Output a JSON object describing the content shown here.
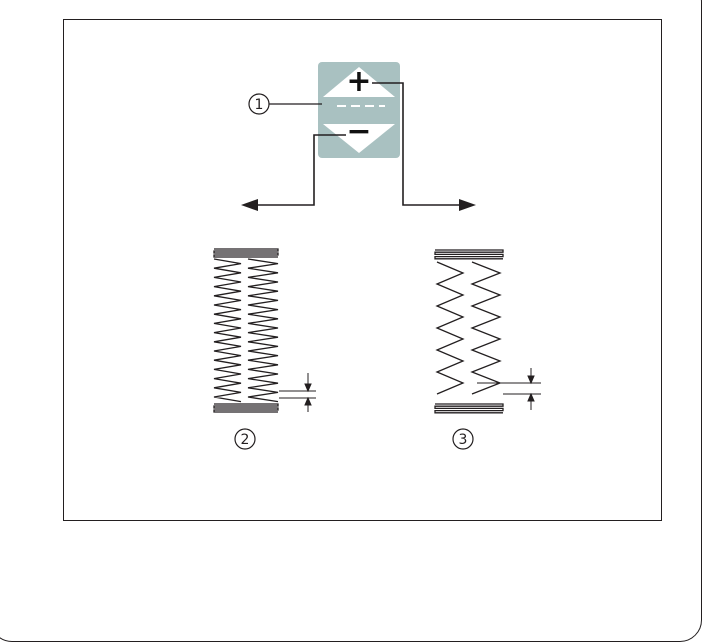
{
  "diagram": {
    "callouts": [
      "1",
      "2",
      "3"
    ],
    "control": {
      "plus_symbol": "+",
      "minus_symbol": "−",
      "icon": "stitch-density-adjust-icon",
      "panel_color": "#a9c1c1"
    },
    "arrows": [
      "arrow-left-icon",
      "arrow-right-icon"
    ],
    "stitch_samples": [
      "dense-buttonhole-stitch",
      "open-buttonhole-stitch"
    ]
  }
}
